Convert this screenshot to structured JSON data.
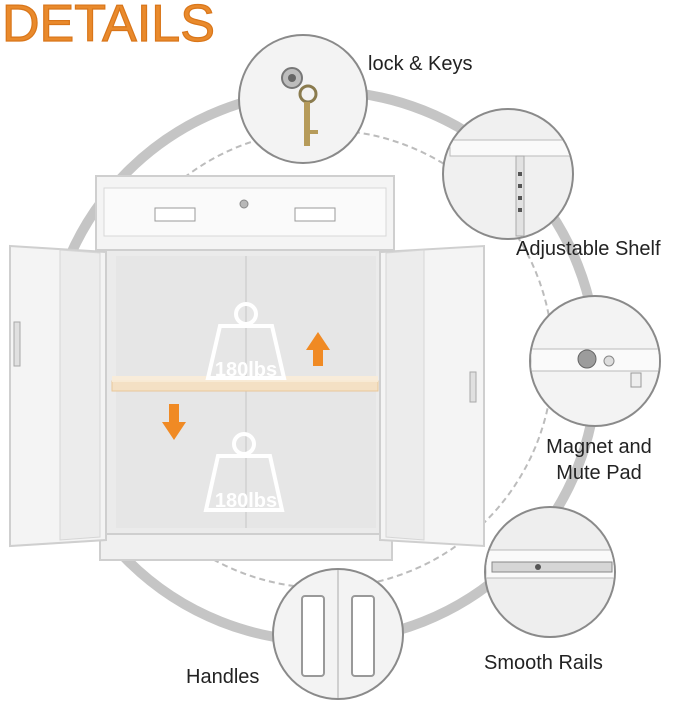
{
  "header": {
    "title": "DETAILS"
  },
  "callouts": {
    "lock": "lock & Keys",
    "shelf": "Adjustable Shelf",
    "magnet_line1": "Magnet and",
    "magnet_line2": "Mute Pad",
    "handles": "Handles",
    "rails": "Smooth Rails"
  },
  "capacity": {
    "upper": "180lbs",
    "lower": "180lbs"
  },
  "colors": {
    "accent": "#e98a2c",
    "cabinet": "#f2f2f2",
    "outline": "#c5c5c5"
  }
}
